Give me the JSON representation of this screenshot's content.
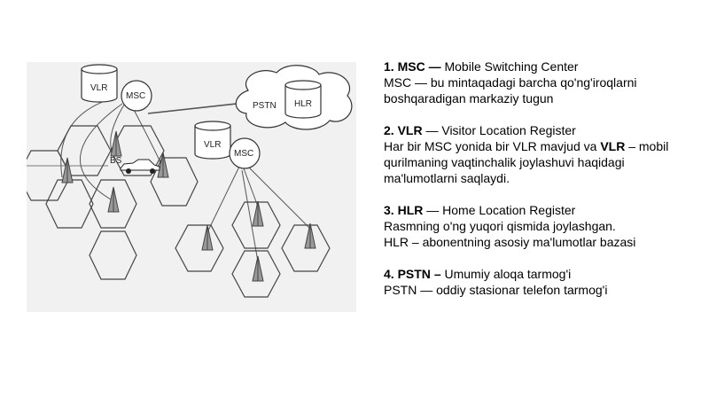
{
  "diagram": {
    "labels": {
      "vlr_left": "VLR",
      "msc_left": "MSC",
      "pstn": "PSTN",
      "hlr": "HLR",
      "vlr_right": "VLR",
      "msc_right": "MSC",
      "bs": "BS"
    }
  },
  "notes": [
    {
      "number": "1.",
      "term": "MSC",
      "dash": "—",
      "title": "Mobile Switching Center",
      "lines": [
        "MSC — bu mintaqadagi barcha qo'ng'iroqlarni",
        "boshqaradigan markaziy tugun"
      ]
    },
    {
      "number": "2.",
      "term": "VLR",
      "dash": "—",
      "title": "Visitor Location Register",
      "line1_pre": "Har bir MSC yonida bir VLR mavjud va ",
      "line1_bold": "VLR",
      "line1_post": " – mobil",
      "lines": [
        "qurilmaning vaqtinchalik joylashuvi haqidagi",
        "ma'lumotlarni saqlaydi."
      ]
    },
    {
      "number": "3.",
      "term": "HLR",
      "dash": "—",
      "title": "Home Location Register",
      "lines": [
        "Rasmning o'ng yuqori qismida joylashgan.",
        "HLR – abonentning asosiy ma'lumotlar bazasi"
      ]
    },
    {
      "number": "4.",
      "term": "PSTN",
      "dash": "–",
      "title": "Umumiy aloqa tarmog'i",
      "lines": [
        "PSTN — oddiy stasionar telefon tarmog'i"
      ]
    }
  ]
}
